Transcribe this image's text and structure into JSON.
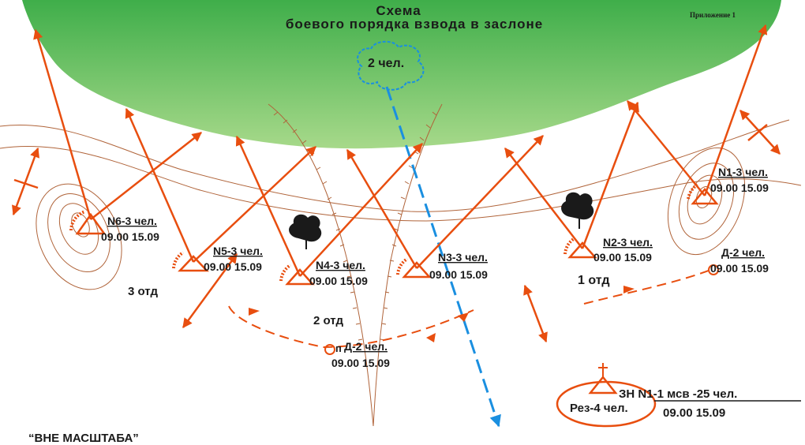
{
  "title": {
    "line1": "Схема",
    "line2": "боевого  порядка  взвода  в заслоне"
  },
  "appendix": "Приложение 1",
  "enemy_label": "2 чел.",
  "positions": [
    {
      "name": "N6-3 чел.",
      "time": "09.00 15.09"
    },
    {
      "name": "N5-3 чел.",
      "time": "09.00 15.09"
    },
    {
      "name": "N4-3 чел.",
      "time": "09.00 15.09"
    },
    {
      "name": "N3-3 чел.",
      "time": "09.00 15.09"
    },
    {
      "name": "N2-3 чел.",
      "time": "09.00 15.09"
    },
    {
      "name": "N1-3 чел.",
      "time": "09.00 15.09"
    },
    {
      "name": "Д-2 чел.",
      "time": "09.00 15.09"
    },
    {
      "name": "Д-2 чел.",
      "time": "09.00 15.09"
    }
  ],
  "squads": {
    "s1": "1 отд",
    "s2": "2 отд",
    "s3": "3 отд"
  },
  "reserve": {
    "head": "ЗН  N1-1 мсв -25 чел.",
    "rez": "Рез-4 чел.",
    "time": "09.00 15.09"
  },
  "small_marker": "п",
  "scale_note": "“ВНЕ МАСШТАБА”",
  "colors": {
    "forest_top": "#3fae4a",
    "forest_bottom": "#a7d98a",
    "arrow": "#e84e0f",
    "terrain": "#b0643a",
    "enemy": "#1a8fe0"
  }
}
